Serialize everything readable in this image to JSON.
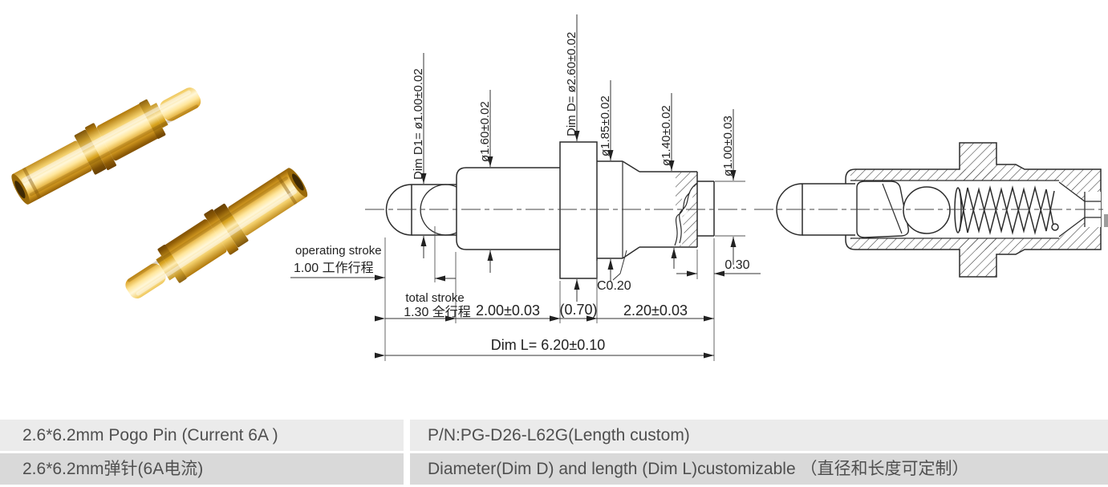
{
  "drawing": {
    "labels": {
      "dim_d1": "Dim D1= ø1.00±0.02",
      "dia_1_60": "ø1.60±0.02",
      "dim_d": "Dim D= ø2.60±0.02",
      "dia_1_85": "ø1.85±0.02",
      "dia_1_40": "ø1.40±0.02",
      "dia_1_00": "ø1.00±0.03",
      "operating_stroke": "operating stroke",
      "operating_stroke_value": "1.00 工作行程",
      "total_stroke": "total stroke",
      "total_stroke_value": "1.30 全行程",
      "len_2_00": "2.00±0.03",
      "len_0_70": "(0.70)",
      "len_2_20": "2.20±0.03",
      "dim_l": "Dim L= 6.20±0.10",
      "chamfer": "C0.20",
      "wall_0_30": "0.30"
    }
  },
  "table": {
    "rows": [
      {
        "name_en": "2.6*6.2mm Pogo Pin (Current 6A )",
        "detail": "P/N:PG-D26-L62G(Length custom)"
      },
      {
        "name_en": "2.6*6.2mm弹针(6A电流)",
        "detail": "Diameter(Dim D) and length (Dim L)customizable （直径和长度可定制）"
      }
    ]
  },
  "colors": {
    "row1_bg": "#ebebeb",
    "row2_bg": "#d9d9d9",
    "line": "#2b2b2b",
    "gold_highlight": "#fff6d8",
    "gold_base": "#dca224",
    "gold_shadow": "#6a4003"
  }
}
